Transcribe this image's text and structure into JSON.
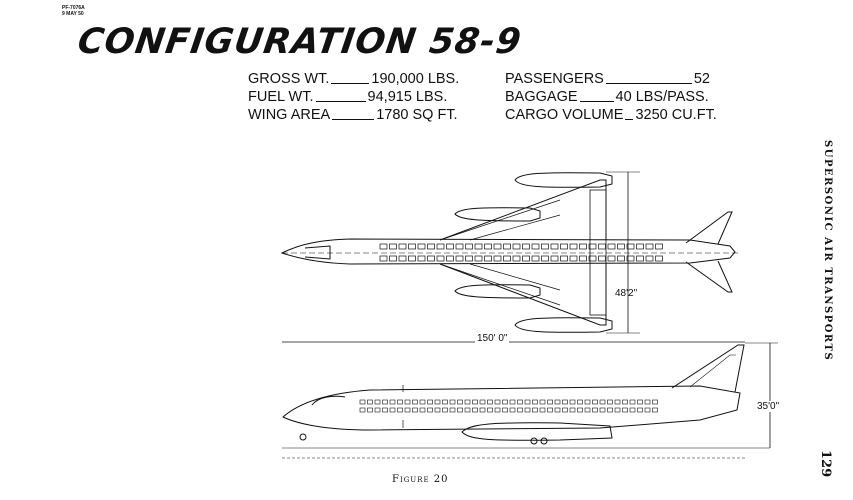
{
  "header": {
    "doc_id": "PF-7076A",
    "date": "9 MAY 50"
  },
  "title": "CONFIGURATION 58-9",
  "specs_left": [
    {
      "label": "GROSS WT.",
      "value": "190,000 LBS."
    },
    {
      "label": "FUEL WT.",
      "value": "94,915 LBS."
    },
    {
      "label": "WING AREA",
      "value": "1780 SQ FT."
    }
  ],
  "specs_right": [
    {
      "label": "PASSENGERS",
      "value": "52"
    },
    {
      "label": "BAGGAGE",
      "value": "40 LBS/PASS."
    },
    {
      "label": "CARGO VOLUME",
      "value": "3250 CU.FT."
    }
  ],
  "dimensions": {
    "span": "48'2\"",
    "length": "150' 0\"",
    "height": "35'0\""
  },
  "side_title": "SUPERSONIC AIR TRANSPORTS",
  "page_number": "129",
  "figure_caption": "Figure 20"
}
